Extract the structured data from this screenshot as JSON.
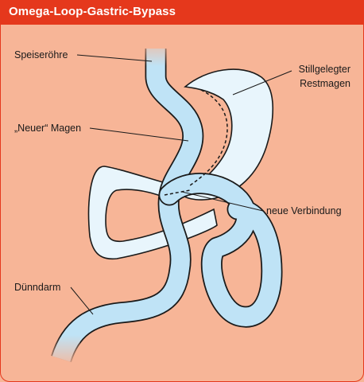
{
  "title": "Omega-Loop-Gastric-Bypass",
  "colors": {
    "title_bar": "#e5381c",
    "background": "#f7b597",
    "active_tract": "#bfe3f6",
    "bypassed_stomach": "#e8f5fc",
    "outline": "#1a1a1a"
  },
  "labels": {
    "speiseroehre": "Speiseröhre",
    "neuer_magen": "„Neuer“ Magen",
    "restmagen_line1": "Stillgelegter",
    "restmagen_line2": "Restmagen",
    "neue_verbindung": "neue Verbindung",
    "duenndarm": "Dünndarm"
  }
}
